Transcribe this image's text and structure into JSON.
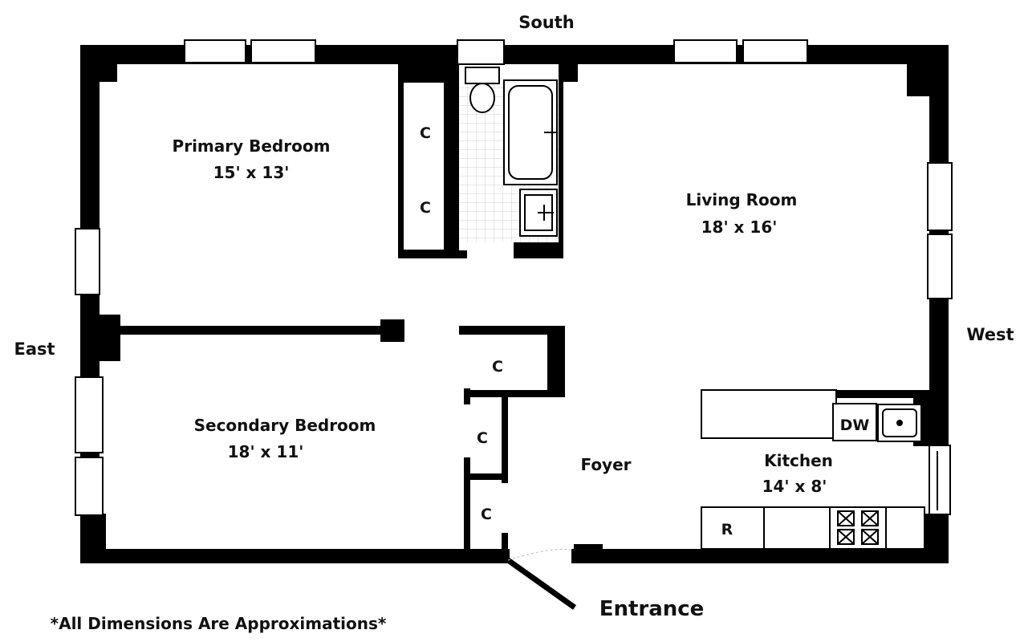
{
  "compass": {
    "north_side": "South",
    "left_side": "East",
    "right_side": "West"
  },
  "rooms": {
    "primary": {
      "name": "Primary Bedroom",
      "size": "15' x 13'"
    },
    "secondary": {
      "name": "Secondary Bedroom",
      "size": "18' x 11'"
    },
    "living": {
      "name": "Living Room",
      "size": "18' x 16'"
    },
    "kitchen": {
      "name": "Kitchen",
      "size": "14' x 8'"
    },
    "foyer": {
      "name": "Foyer"
    }
  },
  "closet_label": "C",
  "appliances": {
    "dishwasher": "DW",
    "refrigerator": "R"
  },
  "entrance": "Entrance",
  "footnote": "*All Dimensions Are Approximations*",
  "colors": {
    "wall": "#000000",
    "background": "#ffffff",
    "tile": "#d9d9d9"
  }
}
